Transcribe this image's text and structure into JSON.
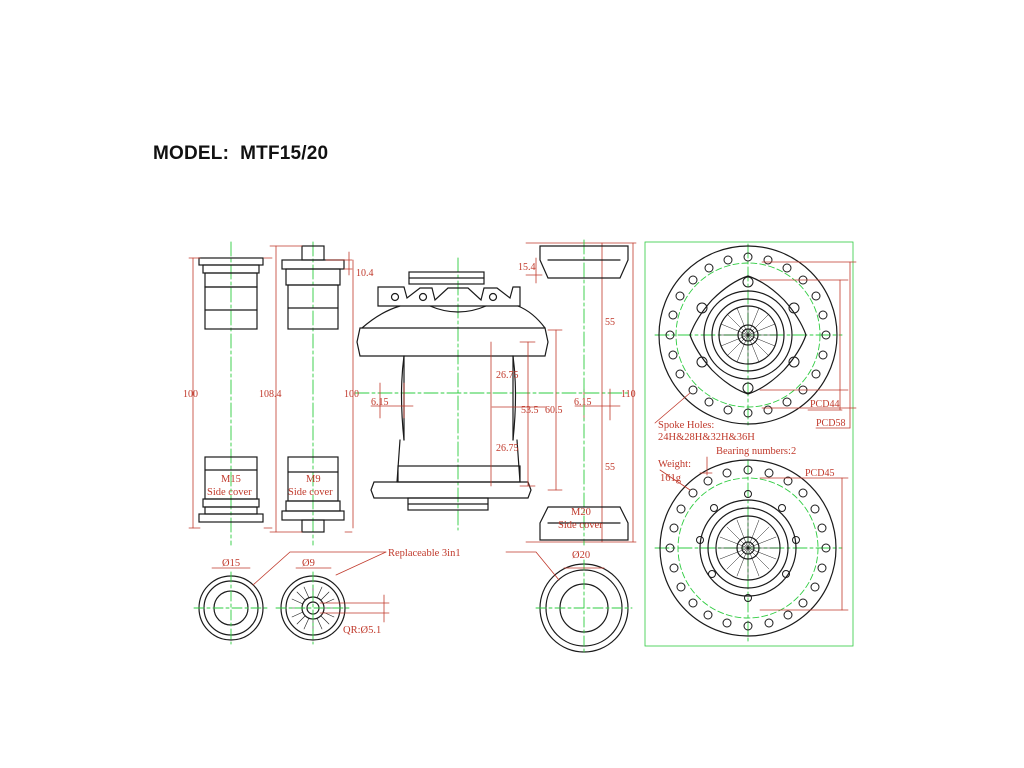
{
  "title": {
    "prefix": "MODEL:",
    "model": "MTF15/20"
  },
  "colors": {
    "outline": "#1a1a1a",
    "dimension": "#c0392b",
    "centerline": "#2ecc40",
    "background": "#ffffff"
  },
  "adapters": {
    "m15": {
      "name": "M15",
      "desc": "Side cover",
      "diameter": "Ø15",
      "length": "100"
    },
    "m9": {
      "name": "M9",
      "desc": "Side cover",
      "diameter": "Ø9",
      "length": "108.4",
      "cap_height": "10.4",
      "qr": "QR:Ø5.1"
    },
    "m20": {
      "name": "M20",
      "desc": "Side cover",
      "diameter": "Ø20",
      "cap_height": "15.4"
    }
  },
  "replaceable_label": "Replaceable 3in1",
  "hub_dims": {
    "overall_left": "100",
    "offset_left": "6.15",
    "upper_half": "26.75",
    "lower_half": "26.75",
    "flange_span": "53.5",
    "flange_dia": "60.5",
    "offset_right": "6.15",
    "half_upper": "55",
    "half_lower": "55",
    "overall_right": "110"
  },
  "rotor_side": {
    "pcd_inner": "PCD44",
    "pcd_outer": "PCD58",
    "spoke_holes_label": "Spoke Holes:",
    "spoke_holes_value": "24H&28H&32H&36H"
  },
  "drive_side": {
    "bearing": "Bearing numbers:2",
    "weight_label": "Weight:",
    "weight_value": "161g",
    "pcd": "PCD45"
  }
}
